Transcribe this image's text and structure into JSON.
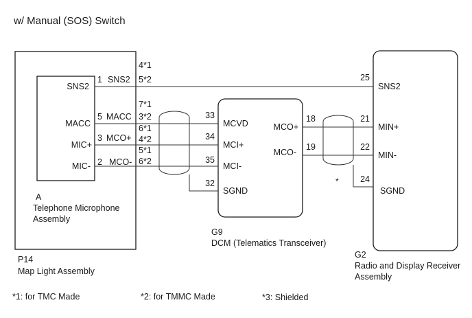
{
  "title": "w/ Manual (SOS) Switch",
  "components": {
    "p14": {
      "code": "P14",
      "name": "Map Light Assembly"
    },
    "a": {
      "code": "A",
      "name_line1": "Telephone Microphone",
      "name_line2": "Assembly"
    },
    "g9": {
      "code": "G9",
      "name": "DCM (Telematics Transceiver)"
    },
    "g2": {
      "code": "G2",
      "name_line1": "Radio and Display Receiver",
      "name_line2": "Assembly"
    }
  },
  "a_pins": {
    "sns2": {
      "num": "1",
      "label": "SNS2",
      "inner": "SNS2"
    },
    "macc": {
      "num": "5",
      "label": "MACC",
      "inner": "MACC"
    },
    "micp": {
      "num": "3",
      "label": "MCO+",
      "inner": "MIC+"
    },
    "micm": {
      "num": "2",
      "label": "MCO-",
      "inner": "MIC-"
    }
  },
  "p14_pins": {
    "sns2": {
      "alt1": "4*1",
      "alt2": "5*2"
    },
    "macc": {
      "alt1": "7*1",
      "alt2": "3*2"
    },
    "micp": {
      "alt1": "6*1",
      "alt2": "4*2"
    },
    "micm": {
      "alt1": "5*1",
      "alt2": "6*2"
    }
  },
  "g9_pins": {
    "mcvd": {
      "num": "33",
      "label": "MCVD"
    },
    "mcip": {
      "num": "34",
      "label": "MCI+"
    },
    "mcim": {
      "num": "35",
      "label": "MCI-"
    },
    "sgnd": {
      "num": "32",
      "label": "SGND"
    },
    "mcop": {
      "num": "18",
      "label": "MCO+"
    },
    "mcom": {
      "num": "19",
      "label": "MCO-"
    }
  },
  "g2_pins": {
    "sns2": {
      "num": "25",
      "label": "SNS2"
    },
    "minp": {
      "num": "21",
      "label": "MIN+"
    },
    "minm": {
      "num": "22",
      "label": "MIN-"
    },
    "sgnd": {
      "num": "24",
      "label": "SGND"
    }
  },
  "shield_mark": "*",
  "notes": {
    "n1": "*1: for TMC Made",
    "n2": "*2: for TMMC Made",
    "n3": "*3: Shielded"
  }
}
